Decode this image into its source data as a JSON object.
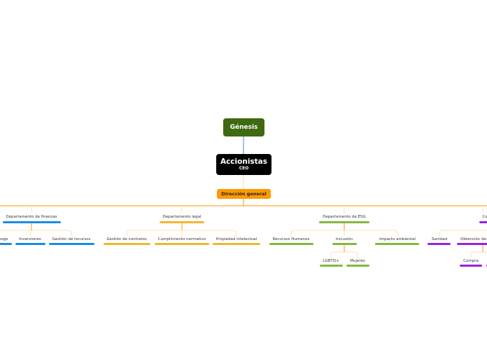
{
  "colors": {
    "root": "#3f6a12",
    "ceo": "#000000",
    "direccion": "#ff9900",
    "finanzas": "#1a8be6",
    "legal": "#f0b92c",
    "esg": "#82b93c",
    "purple": "#9b1fe0",
    "connector": "#ffc97a"
  },
  "root": {
    "label": "Génesis"
  },
  "ceo": {
    "title": "Accionistas",
    "subtitle": "CEO"
  },
  "direccion": {
    "label": "Dirección general"
  },
  "departments": [
    {
      "label": "Departamento de finanzas",
      "children": [
        {
          "label": "esgo"
        },
        {
          "label": "Inversiones"
        },
        {
          "label": "Gestión de recursos"
        }
      ]
    },
    {
      "label": "Departamento legal",
      "children": [
        {
          "label": "Gestión de contratos"
        },
        {
          "label": "Cumplimiento normativo"
        },
        {
          "label": "Propiedad intelectual"
        }
      ]
    },
    {
      "label": "Departamento de ESG",
      "children": [
        {
          "label": "Recursos Humanos"
        },
        {
          "label": "Inclusión",
          "children": [
            {
              "label": "LGBTQ+"
            },
            {
              "label": "Mujeres"
            }
          ]
        },
        {
          "label": "Impacto ambiental"
        }
      ]
    },
    {
      "label": "Co",
      "children": [
        {
          "label": "Sanidad"
        },
        {
          "label": "Obtención de",
          "children": [
            {
              "label": "Compra"
            }
          ]
        }
      ]
    }
  ]
}
